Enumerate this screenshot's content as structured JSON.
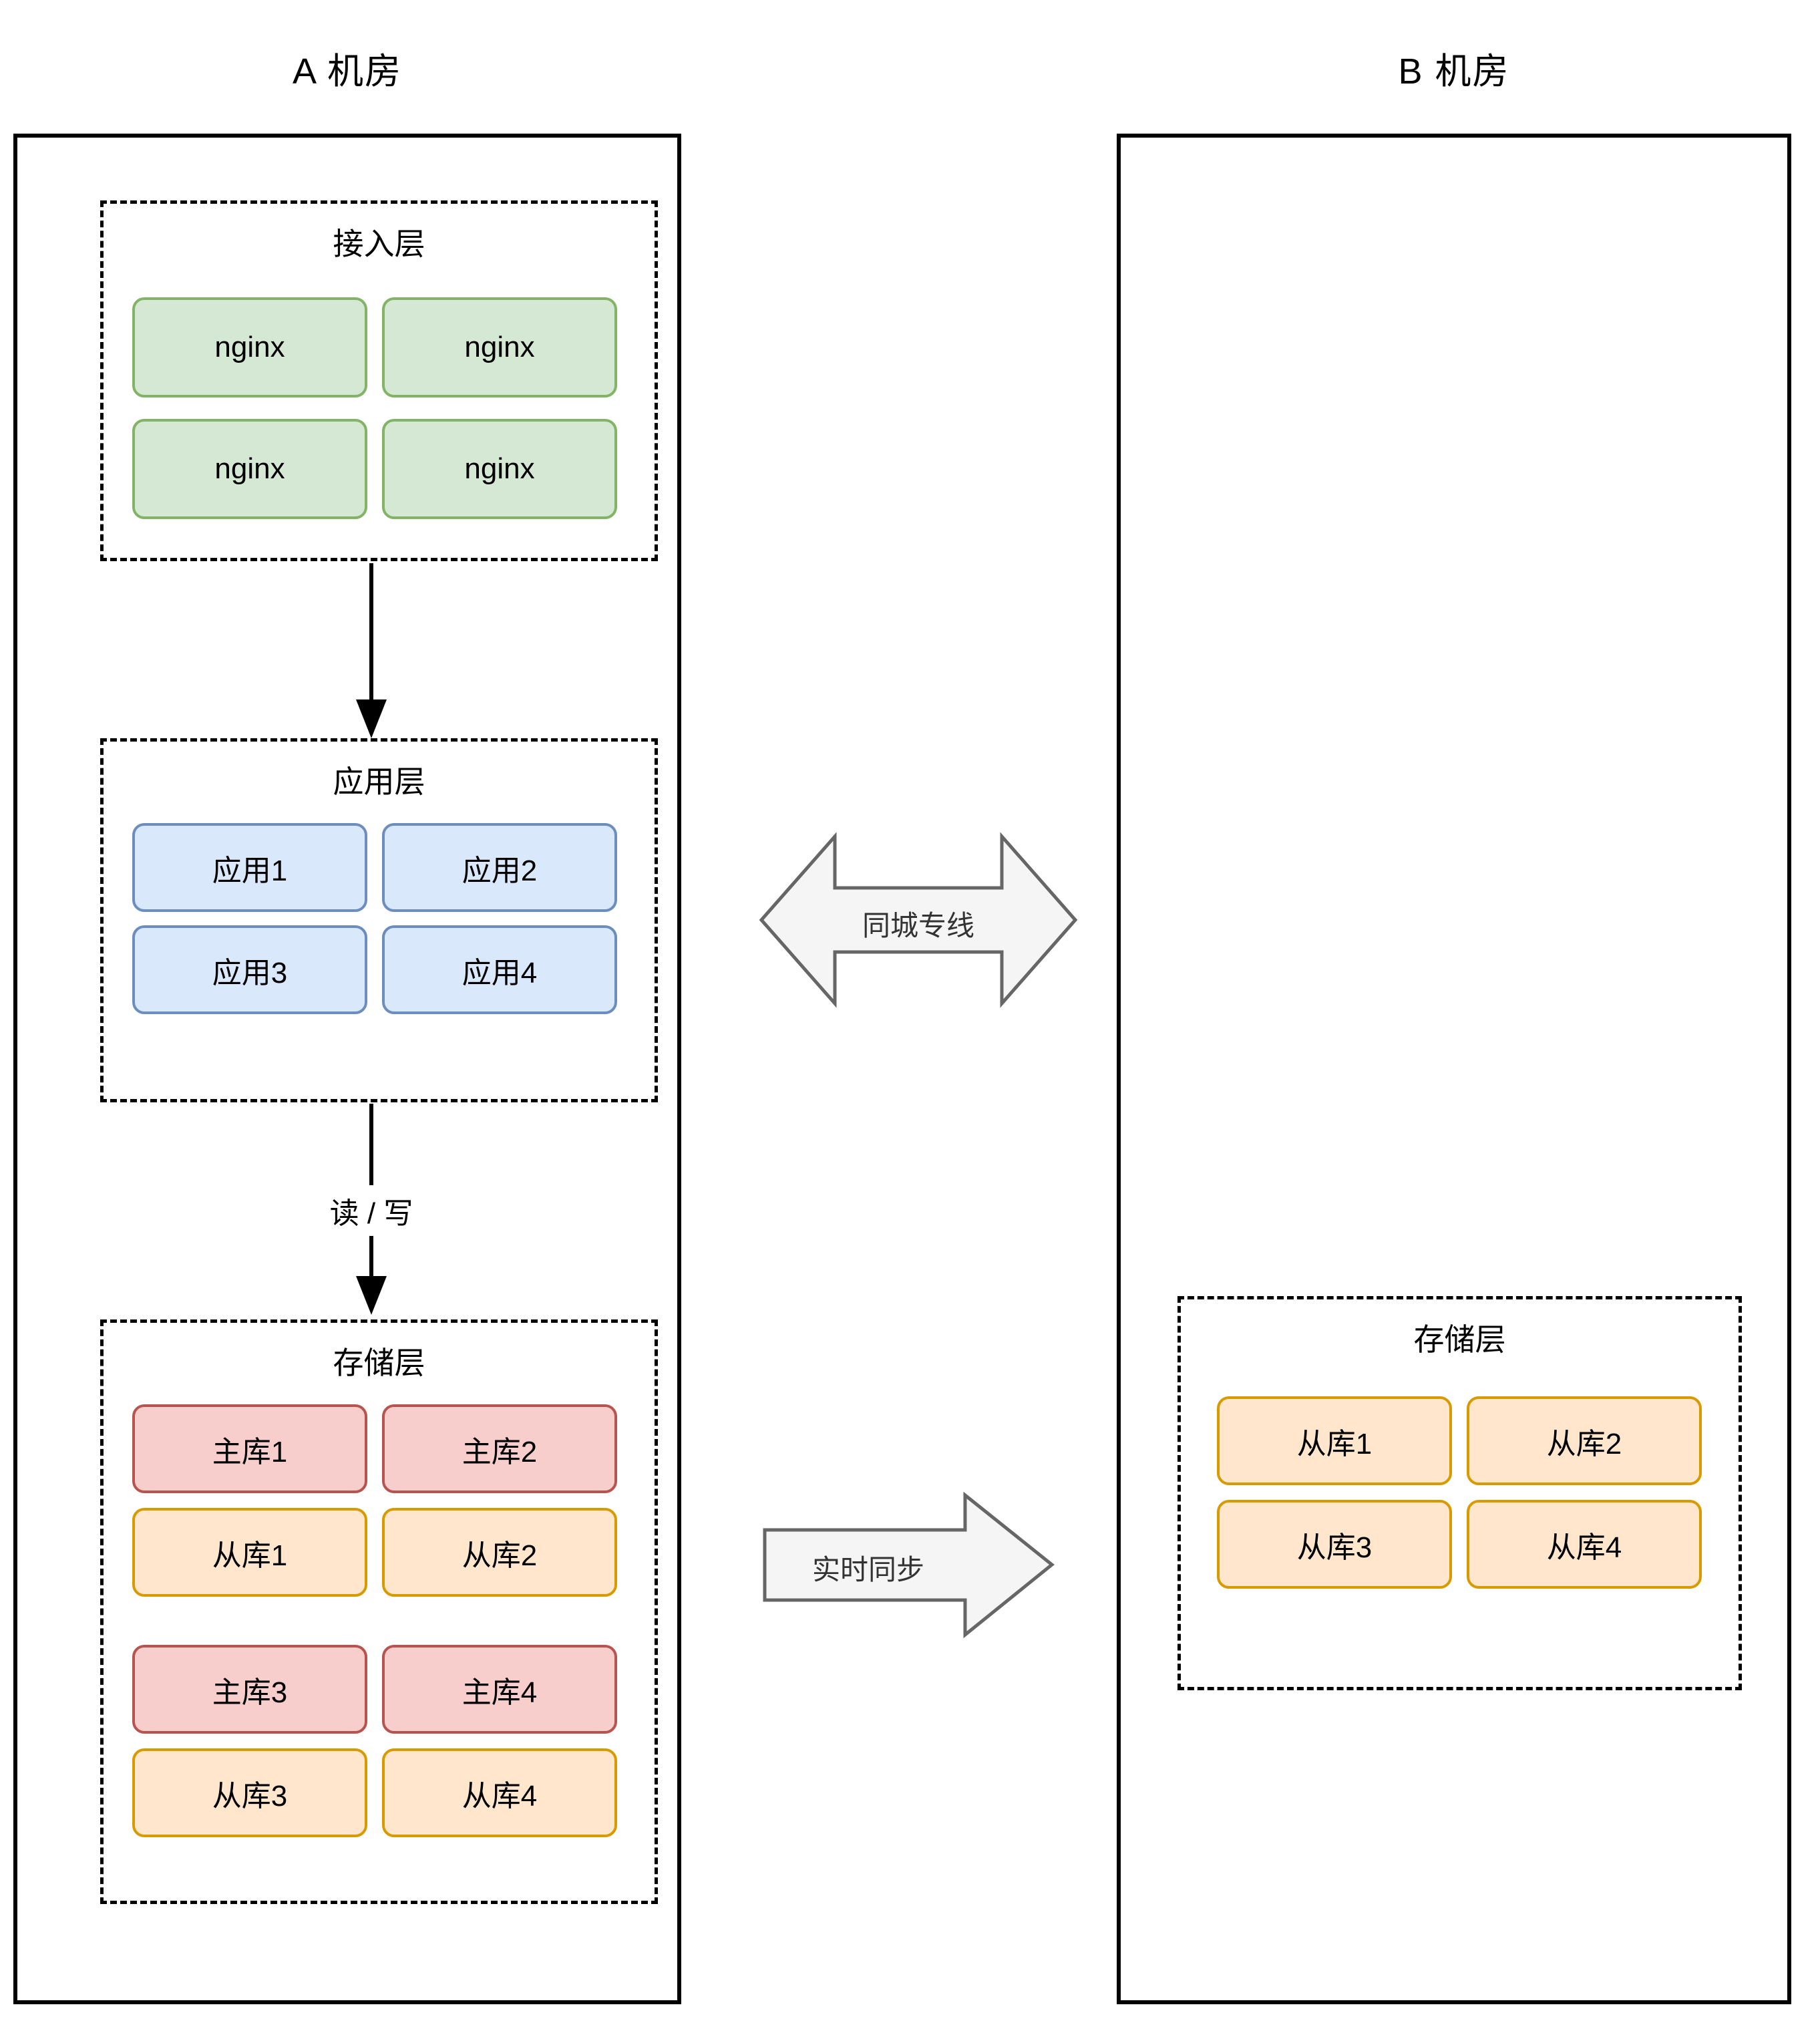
{
  "room_a": {
    "title": "A 机房",
    "access_layer": {
      "label": "接入层",
      "nodes": [
        "nginx",
        "nginx",
        "nginx",
        "nginx"
      ]
    },
    "app_layer": {
      "label": "应用层",
      "nodes": [
        "应用1",
        "应用2",
        "应用3",
        "应用4"
      ]
    },
    "storage_layer": {
      "label": "存储层",
      "nodes": [
        {
          "label": "主库1",
          "type": "master"
        },
        {
          "label": "主库2",
          "type": "master"
        },
        {
          "label": "从库1",
          "type": "slave"
        },
        {
          "label": "从库2",
          "type": "slave"
        },
        {
          "label": "主库3",
          "type": "master"
        },
        {
          "label": "主库4",
          "type": "master"
        },
        {
          "label": "从库3",
          "type": "slave"
        },
        {
          "label": "从库4",
          "type": "slave"
        }
      ]
    }
  },
  "room_b": {
    "title": "B 机房",
    "storage_layer": {
      "label": "存储层",
      "nodes": [
        {
          "label": "从库1",
          "type": "slave"
        },
        {
          "label": "从库2",
          "type": "slave"
        },
        {
          "label": "从库3",
          "type": "slave"
        },
        {
          "label": "从库4",
          "type": "slave"
        }
      ]
    }
  },
  "connections": {
    "read_write_label": "读 / 写",
    "intercity_link_label": "同城专线",
    "realtime_sync_label": "实时同步"
  },
  "colors": {
    "nginx_fill": "#d5e8d4",
    "nginx_border": "#82b366",
    "app_fill": "#dae8fc",
    "app_border": "#6c8ebf",
    "master_fill": "#f8cecc",
    "master_border": "#b85450",
    "slave_fill": "#ffe6cc",
    "slave_border": "#d79b00",
    "arrow_fill": "#f5f5f5",
    "arrow_border": "#666666",
    "line_color": "#000000"
  }
}
